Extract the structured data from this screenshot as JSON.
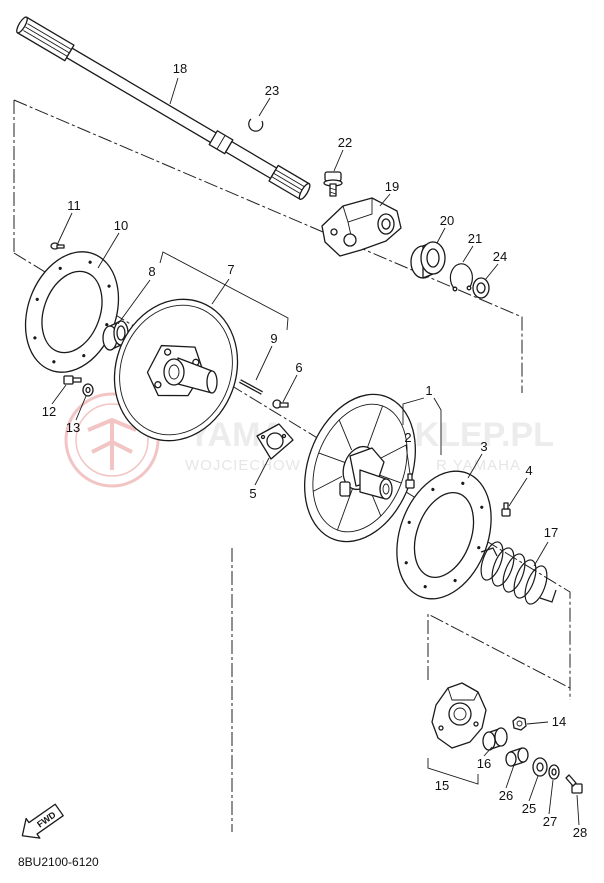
{
  "labels": {
    "1": "1",
    "2": "2",
    "3": "3",
    "4": "4",
    "5": "5",
    "6": "6",
    "7": "7",
    "8": "8",
    "9": "9",
    "10": "10",
    "11": "11",
    "12": "12",
    "13": "13",
    "14": "14",
    "15": "15",
    "16": "16",
    "17": "17",
    "18": "18",
    "19": "19",
    "20": "20",
    "21": "21",
    "22": "22",
    "23": "23",
    "24": "24",
    "25": "25",
    "26": "26",
    "27": "27",
    "28": "28"
  },
  "part_code": "8BU2100-6120",
  "fwd_label": "FWD",
  "watermark": {
    "line1_left": "YAMA",
    "line1_right": "SKLEP.PL",
    "line2_left": "WOJCIECHOW",
    "line2_right": "R YAMAHA"
  }
}
